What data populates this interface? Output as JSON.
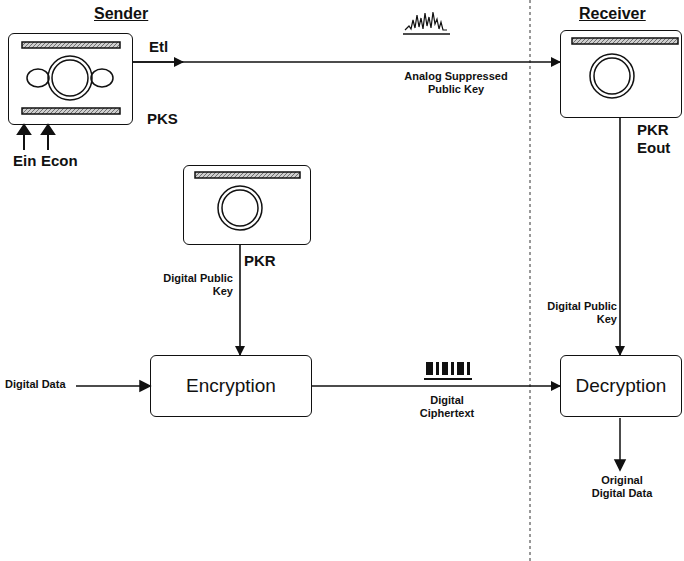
{
  "diagram": {
    "nodes": [
      {
        "text": [
          "PKS"
        ]
      },
      {
        "text": [
          "PKR"
        ]
      },
      {
        "text": [
          "PKR",
          "Eout"
        ]
      },
      {
        "text": [
          "Encryption"
        ]
      },
      {
        "text": [
          "Decryption"
        ]
      }
    ],
    "edges": [
      {
        "from": 0,
        "to": 2,
        "arrow": "to",
        "label": "Analog Suppressed Public Key"
      },
      {
        "from": 0,
        "to": 1,
        "arrow": "to"
      },
      {
        "from": 1,
        "to": 3,
        "arrow": "to",
        "label": "Digital Public Key"
      },
      {
        "from": 3,
        "to": 4,
        "arrow": "to",
        "label": "Digital Ciphertext"
      },
      {
        "from": 2,
        "to": 4,
        "arrow": "to",
        "label": "Digital Public Key"
      }
    ],
    "labels": [
      "Sender",
      "Receiver",
      "Ein",
      "Econ",
      "Etl",
      "Digital Data",
      "Original Digital Data"
    ]
  }
}
